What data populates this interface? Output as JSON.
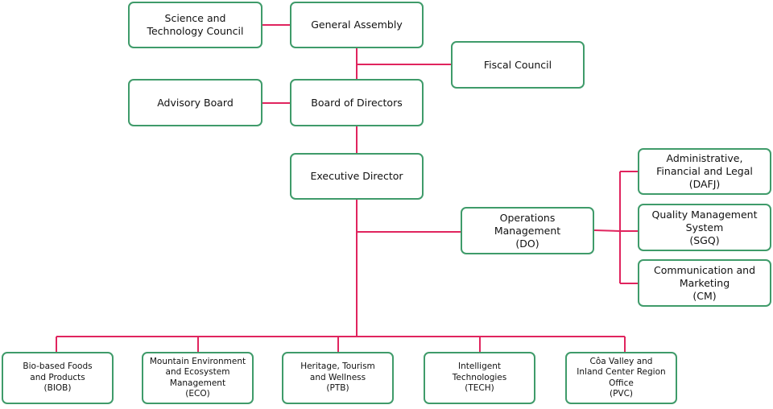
{
  "org_chart": {
    "science_council": "Science and\nTechnology Council",
    "general_assembly": "General Assembly",
    "fiscal_council": "Fiscal Council",
    "advisory_board": "Advisory Board",
    "board_of_directors": "Board of Directors",
    "executive_director": "Executive Director",
    "operations_management": "Operations\nManagement\n(DO)",
    "dafj": "Administrative,\nFinancial and Legal\n(DAFJ)",
    "sgq": "Quality Management\nSystem\n(SGQ)",
    "cm": "Communication and\nMarketing\n(CM)",
    "biob": "Bio-based Foods\nand Products\n(BIOB)",
    "eco": "Mountain Environment\nand Ecosystem\nManagement\n(ECO)",
    "ptb": "Heritage, Tourism\nand Wellness\n(PTB)",
    "tech": "Intelligent\nTechnologies\n(TECH)",
    "pvc": "Côa Valley and\nInland Center Region\nOffice\n(PVC)"
  },
  "colors": {
    "box_border": "#3f9b6a",
    "connector": "#e0245e"
  }
}
